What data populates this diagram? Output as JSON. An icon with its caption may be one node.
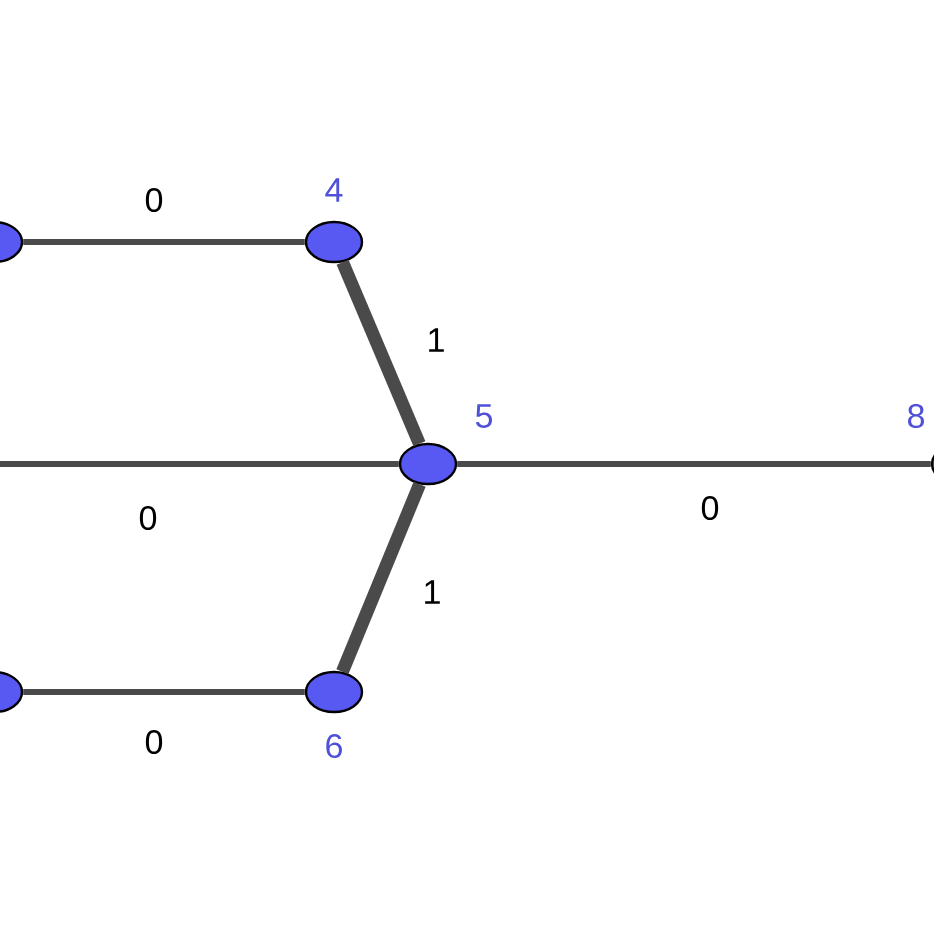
{
  "diagram": {
    "nodes": [
      {
        "text": [],
        "shape": "circle"
      },
      {
        "text": [],
        "shape": "circle",
        "beside": [
          "4"
        ]
      },
      {
        "text": [],
        "shape": "circle",
        "beside": [
          "5"
        ]
      },
      {
        "text": [],
        "shape": "circle",
        "beside": [
          "6"
        ]
      },
      {
        "text": [],
        "shape": "circle"
      },
      {
        "text": [],
        "shape": "circle",
        "beside": [
          "8"
        ]
      }
    ],
    "edges": [
      {
        "from": 0,
        "to": 1,
        "arrow": "none",
        "label": "0"
      },
      {
        "from": 1,
        "to": 2,
        "arrow": "none",
        "label": "1",
        "style": "thick"
      },
      {
        "from": null,
        "to": 2,
        "arrow": "none",
        "label": "0"
      },
      {
        "from": 2,
        "to": 5,
        "arrow": "none",
        "label": "0"
      },
      {
        "from": 2,
        "to": 3,
        "arrow": "none",
        "label": "1",
        "style": "thick"
      },
      {
        "from": 4,
        "to": 3,
        "arrow": "none",
        "label": "0"
      }
    ]
  }
}
